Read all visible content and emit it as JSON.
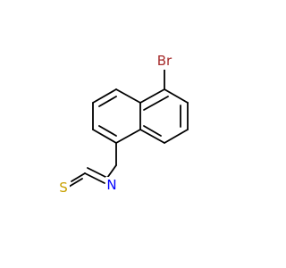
{
  "molecule": {
    "atoms": {
      "br": {
        "label": "Br",
        "color": "#a52a2a"
      },
      "n": {
        "label": "N",
        "color": "#0000ff"
      },
      "s": {
        "label": "S",
        "color": "#c8a000"
      }
    }
  }
}
